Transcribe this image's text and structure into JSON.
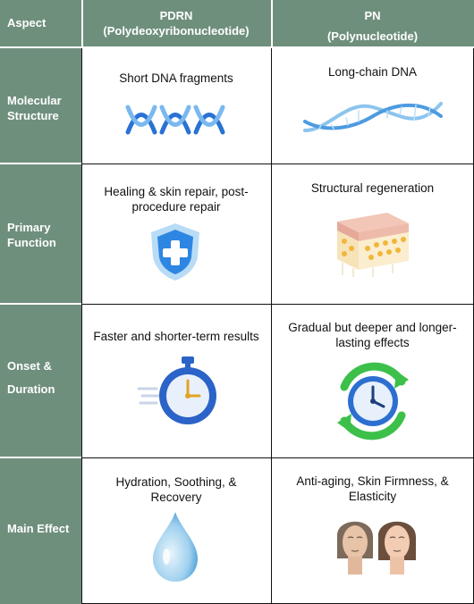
{
  "headers": {
    "aspect": "Aspect",
    "pdrn_l1": "PDRN",
    "pdrn_l2": "(Polydeoxyribonucleotide)",
    "pn_l1": "PN",
    "pn_l2": "(Polynucleotide)"
  },
  "rows": [
    {
      "label_l1": "Molecular",
      "label_l2": "Structure",
      "pdrn_l1": "Short DNA fragments",
      "pdrn_l2": "",
      "pn_l1": "Long-chain DNA",
      "pn_l2": "",
      "pdrn_icon": "dna-fragments-icon",
      "pn_icon": "dna-helix-icon"
    },
    {
      "label_l1": "Primary",
      "label_l2": "Function",
      "pdrn_l1": "Healing & skin repair, post-",
      "pdrn_l2": "procedure repair",
      "pn_l1": "Structural regeneration",
      "pn_l2": "",
      "pdrn_icon": "medical-shield-icon",
      "pn_icon": "skin-layers-icon"
    },
    {
      "label_l1": "Onset &",
      "label_l2": "Duration",
      "pdrn_l1": "Faster and shorter-term results",
      "pdrn_l2": "",
      "pn_l1": "Gradual but deeper and longer-",
      "pn_l2": "lasting effects",
      "pdrn_icon": "stopwatch-icon",
      "pn_icon": "clock-cycle-icon"
    },
    {
      "label_l1": "Main Effect",
      "label_l2": "",
      "pdrn_l1": "Hydration, Soothing, &",
      "pdrn_l2": "Recovery",
      "pn_l1": "Anti-aging, Skin Firmness, &",
      "pn_l2": "Elasticity",
      "pdrn_icon": "water-drop-icon",
      "pn_icon": "faces-icon"
    }
  ],
  "colors": {
    "header_bg": "#6f8f7d",
    "text": "#111111",
    "icon_blue": "#3b8fe0"
  }
}
